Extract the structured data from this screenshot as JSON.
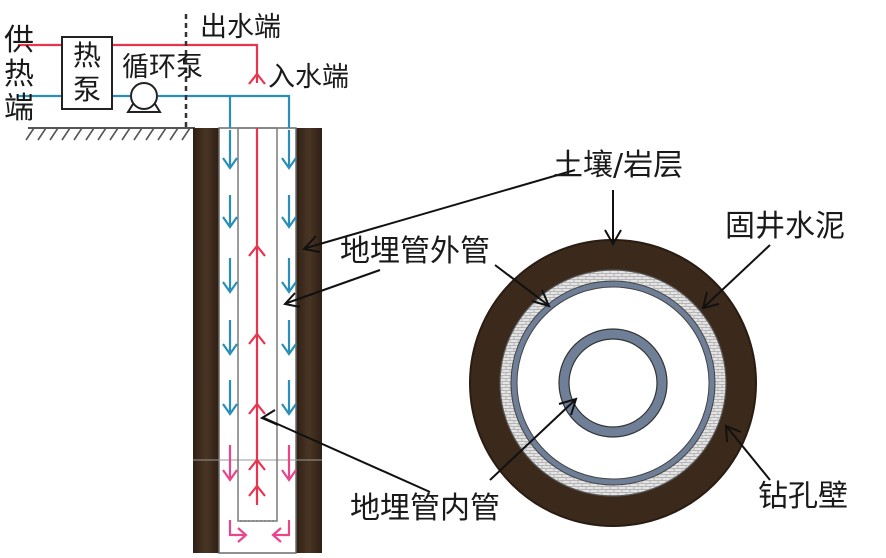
{
  "labels": {
    "supply_side": "供热端",
    "heat_pump": "热泵",
    "circulation_pump": "循环泵",
    "outlet": "出水端",
    "inlet": "入水端",
    "soil_rock": "土壤/岩层",
    "grout": "固井水泥",
    "outer_pipe": "地埋管外管",
    "inner_pipe": "地埋管内管",
    "borehole_wall": "钻孔壁"
  },
  "colors": {
    "hot_flow": "#e8344e",
    "cold_flow": "#2a8fb8",
    "soil": "#3b2a1c",
    "pipe_wall": "#8c9ab0",
    "grout": "#dcdcdc",
    "ground_line": "#555555"
  }
}
